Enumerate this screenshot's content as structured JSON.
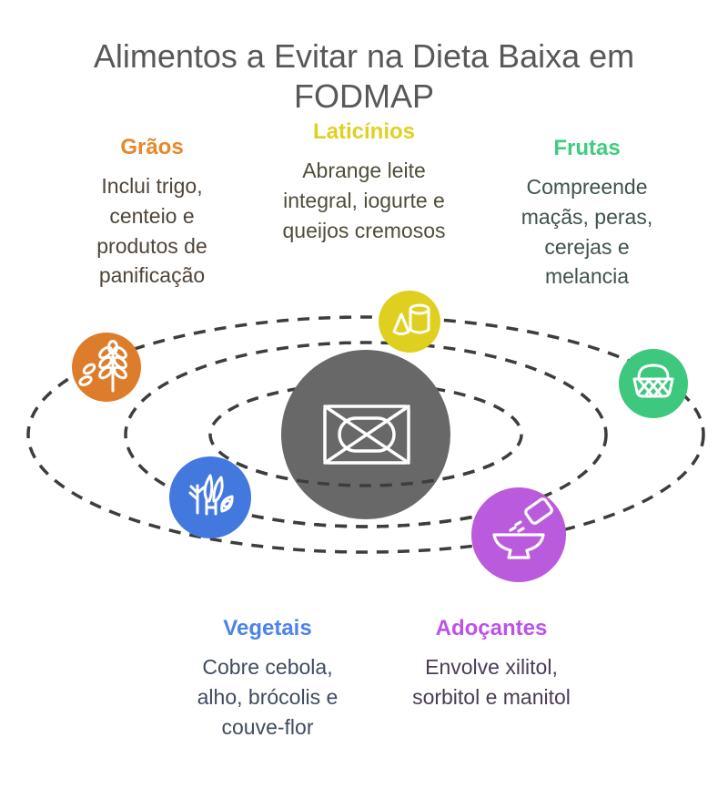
{
  "title": "Alimentos a Evitar na Dieta Baixa em FODMAP",
  "title_color": "#57585a",
  "categories": [
    {
      "label": "Grãos",
      "description": "Inclui trigo,\ncenteio e\nprodutos de\npanificação",
      "header_color": "#e8872b",
      "circle_color": "#dd7d2c",
      "text_color": "#51453a",
      "icon": "wheat-icon"
    },
    {
      "label": "Laticínios",
      "description": "Abrange leite\nintegral, iogurte e\nqueijos cremosos",
      "header_color": "#e0d020",
      "circle_color": "#dfd01f",
      "text_color": "#4f4d3a",
      "icon": "milk-cheese-icon"
    },
    {
      "label": "Frutas",
      "description": "Compreende\nmaçãs, peras,\ncerejas e\nmelancia",
      "header_color": "#3ecd80",
      "circle_color": "#3dc87d",
      "text_color": "#3f5349",
      "icon": "fruit-basket-icon"
    },
    {
      "label": "Vegetais",
      "description": "Cobre cebola,\nalho, brócolis e\ncouve-flor",
      "header_color": "#4d82ec",
      "circle_color": "#4379de",
      "text_color": "#404b60",
      "icon": "vegetables-icon"
    },
    {
      "label": "Adoçantes",
      "description": "Envolve xilitol,\nsorbitol e manitol",
      "header_color": "#bb53e8",
      "circle_color": "#ba5adc",
      "text_color": "#4a3c55",
      "icon": "sweetener-bowl-icon"
    }
  ],
  "diagram": {
    "center_icon": "no-food-icon",
    "center_color": "#686868",
    "orbit_color": "#3d3d3d"
  }
}
